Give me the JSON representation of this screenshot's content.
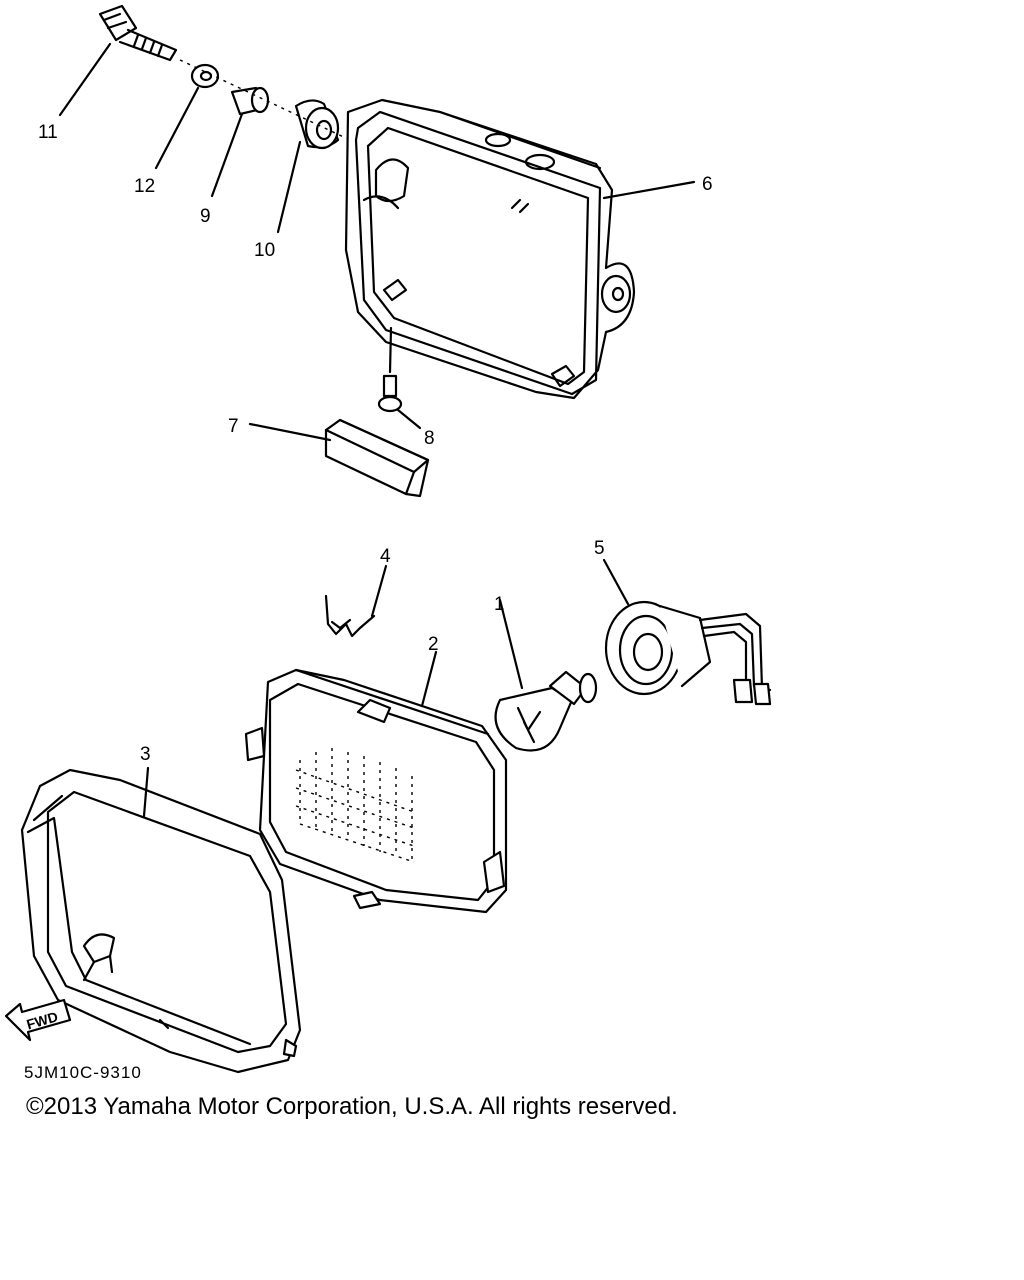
{
  "diagram": {
    "callouts": {
      "p1": "1",
      "p2": "2",
      "p3": "3",
      "p4": "4",
      "p5": "5",
      "p6": "6",
      "p7": "7",
      "p8": "8",
      "p9": "9",
      "p10": "10",
      "p11": "11",
      "p12": "12"
    },
    "fwd_label": "FWD",
    "drawing_code": "5JM10C-9310"
  },
  "footer": {
    "copyright": "©2013 Yamaha Motor Corporation, U.S.A. All rights reserved."
  }
}
